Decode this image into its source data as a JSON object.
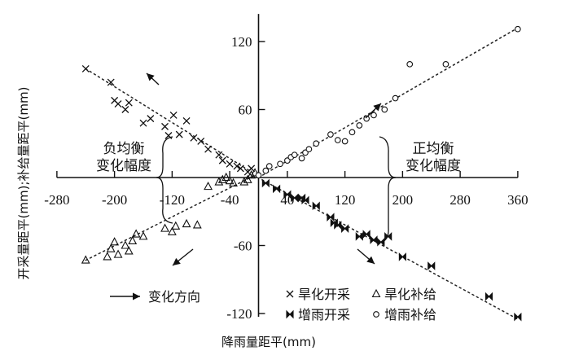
{
  "chart_data": {
    "type": "scatter",
    "xlabel": "降雨量距平(mm)",
    "ylabel": "开采量距平(mm);补给量距平(mm)",
    "xlim": [
      -280,
      360
    ],
    "ylim": [
      -120,
      140
    ],
    "x_ticks": [
      {
        "value": -280,
        "label": "-280"
      },
      {
        "value": -200,
        "label": "-200"
      },
      {
        "value": -120,
        "label": "-120"
      },
      {
        "value": -40,
        "label": "-40"
      },
      {
        "value": 40,
        "label": "40"
      },
      {
        "value": 120,
        "label": "120"
      },
      {
        "value": 200,
        "label": "200"
      },
      {
        "value": 280,
        "label": "280"
      },
      {
        "value": 360,
        "label": "360"
      }
    ],
    "y_ticks": [
      {
        "value": -120,
        "label": "-120"
      },
      {
        "value": -60,
        "label": "-60"
      },
      {
        "value": 60,
        "label": "60"
      },
      {
        "value": 120,
        "label": "120"
      }
    ],
    "annotations": {
      "negative_balance": [
        "负均衡",
        "变化幅度"
      ],
      "positive_balance": [
        "正均衡",
        "变化幅度"
      ],
      "direction_legend": "变化方向"
    },
    "series": [
      {
        "name": "旱化开采",
        "marker": "x",
        "values": [
          [
            -240,
            96
          ],
          [
            -205,
            84
          ],
          [
            -200,
            68
          ],
          [
            -195,
            65
          ],
          [
            -185,
            60
          ],
          [
            -180,
            66
          ],
          [
            -160,
            48
          ],
          [
            -150,
            52
          ],
          [
            -130,
            45
          ],
          [
            -125,
            37
          ],
          [
            -118,
            55
          ],
          [
            -110,
            38
          ],
          [
            -100,
            50
          ],
          [
            -90,
            35
          ],
          [
            -80,
            32
          ],
          [
            -70,
            25
          ],
          [
            -55,
            20
          ],
          [
            -50,
            15
          ],
          [
            -40,
            12
          ],
          [
            -30,
            10
          ],
          [
            -25,
            8
          ],
          [
            -15,
            5
          ],
          [
            -10,
            8
          ]
        ]
      },
      {
        "name": "旱化补给",
        "marker": "triangle",
        "values": [
          [
            -240,
            -73
          ],
          [
            -210,
            -70
          ],
          [
            -205,
            -63
          ],
          [
            -200,
            -57
          ],
          [
            -195,
            -68
          ],
          [
            -185,
            -60
          ],
          [
            -180,
            -65
          ],
          [
            -175,
            -56
          ],
          [
            -170,
            -50
          ],
          [
            -160,
            -52
          ],
          [
            -130,
            -45
          ],
          [
            -120,
            -48
          ],
          [
            -115,
            -43
          ],
          [
            -100,
            -41
          ],
          [
            -85,
            -42
          ],
          [
            -70,
            -8
          ],
          [
            -55,
            -4
          ],
          [
            -50,
            -2
          ],
          [
            -45,
            0
          ],
          [
            -40,
            -3
          ],
          [
            -35,
            -5
          ],
          [
            -20,
            -4
          ],
          [
            -15,
            -2
          ],
          [
            -10,
            2
          ],
          [
            -5,
            4
          ]
        ]
      },
      {
        "name": "增雨开采",
        "marker": "bowtie",
        "values": [
          [
            10,
            -5
          ],
          [
            25,
            -10
          ],
          [
            40,
            -15
          ],
          [
            50,
            -18
          ],
          [
            60,
            -18
          ],
          [
            65,
            -20
          ],
          [
            80,
            -25
          ],
          [
            100,
            -35
          ],
          [
            105,
            -40
          ],
          [
            110,
            -42
          ],
          [
            120,
            -45
          ],
          [
            140,
            -52
          ],
          [
            150,
            -50
          ],
          [
            160,
            -55
          ],
          [
            170,
            -57
          ],
          [
            180,
            -52
          ],
          [
            200,
            -70
          ],
          [
            240,
            -78
          ],
          [
            320,
            -105
          ],
          [
            360,
            -123
          ]
        ]
      },
      {
        "name": "增雨补给",
        "marker": "circle",
        "values": [
          [
            0,
            2
          ],
          [
            10,
            6
          ],
          [
            15,
            10
          ],
          [
            30,
            12
          ],
          [
            40,
            15
          ],
          [
            45,
            18
          ],
          [
            50,
            20
          ],
          [
            60,
            17
          ],
          [
            65,
            22
          ],
          [
            70,
            25
          ],
          [
            80,
            30
          ],
          [
            100,
            38
          ],
          [
            110,
            33
          ],
          [
            120,
            32
          ],
          [
            130,
            40
          ],
          [
            140,
            46
          ],
          [
            150,
            52
          ],
          [
            160,
            55
          ],
          [
            175,
            60
          ],
          [
            190,
            70
          ],
          [
            210,
            100
          ],
          [
            260,
            100
          ],
          [
            360,
            131
          ]
        ]
      }
    ],
    "trend_lines": [
      {
        "from": [
          -240,
          96
        ],
        "to": [
          -10,
          5
        ]
      },
      {
        "from": [
          -240,
          -73
        ],
        "to": [
          -5,
          2
        ]
      },
      {
        "from": [
          5,
          -2
        ],
        "to": [
          360,
          -125
        ]
      },
      {
        "from": [
          0,
          0
        ],
        "to": [
          360,
          132
        ]
      }
    ]
  }
}
